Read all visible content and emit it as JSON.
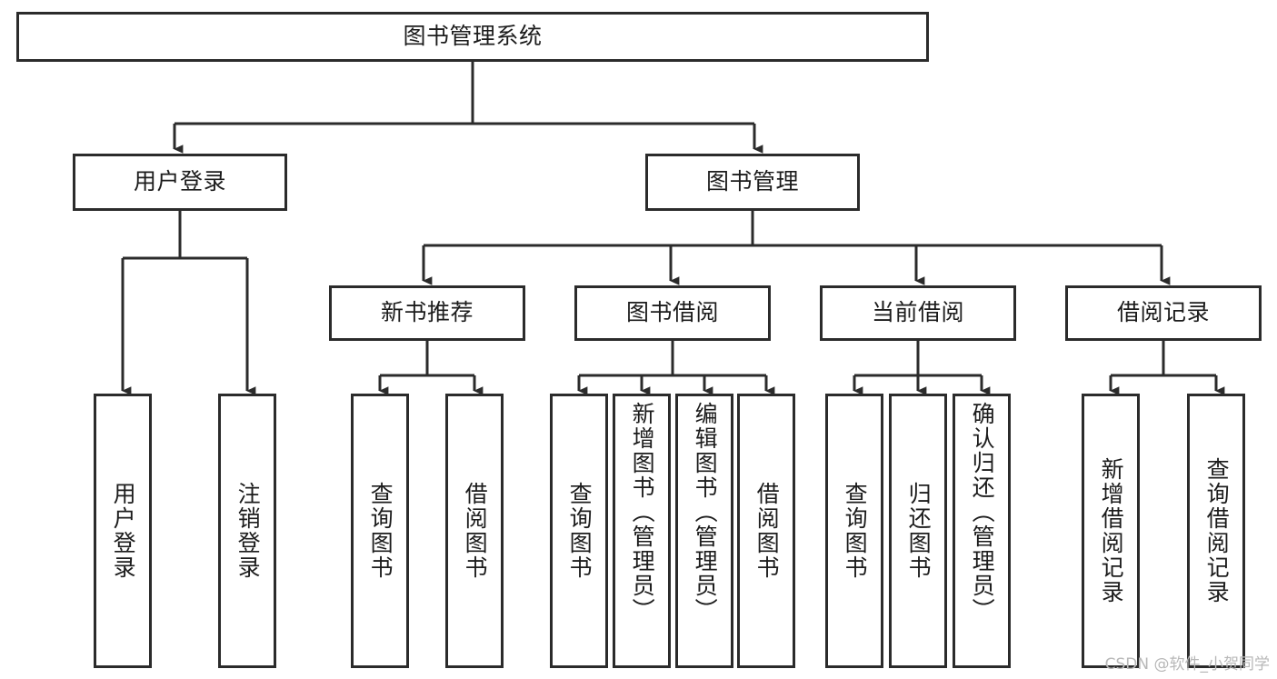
{
  "diagram": {
    "type": "tree",
    "title": "图书管理系统",
    "style": {
      "background": "#ffffff",
      "node_border": "#2b2b2b",
      "node_fill": "#ffffff",
      "connector": "#2b2b2b",
      "text": "#1c1c1c",
      "watermark": "#b8b8b8"
    },
    "root": {
      "label": "图书管理系统"
    },
    "level2": [
      {
        "label": "用户登录"
      },
      {
        "label": "图书管理"
      }
    ],
    "level3": [
      {
        "label": "新书推荐"
      },
      {
        "label": "图书借阅"
      },
      {
        "label": "当前借阅"
      },
      {
        "label": "借阅记录"
      }
    ],
    "leaves": {
      "user_login": [
        {
          "label": "用户登录"
        },
        {
          "label": "注销登录"
        }
      ],
      "new_book_recommend": [
        {
          "label": "查询图书"
        },
        {
          "label": "借阅图书"
        }
      ],
      "book_borrow": [
        {
          "label": "查询图书"
        },
        {
          "label": "新增图书（管理员）"
        },
        {
          "label": "编辑图书（管理员）"
        },
        {
          "label": "借阅图书"
        }
      ],
      "current_borrow": [
        {
          "label": "查询图书"
        },
        {
          "label": "归还图书"
        },
        {
          "label": "确认归还（管理员）"
        }
      ],
      "borrow_record": [
        {
          "label": "新增借阅记录"
        },
        {
          "label": "查询借阅记录"
        }
      ]
    }
  },
  "watermark": {
    "text": "CSDN @软件_小贺同学"
  }
}
